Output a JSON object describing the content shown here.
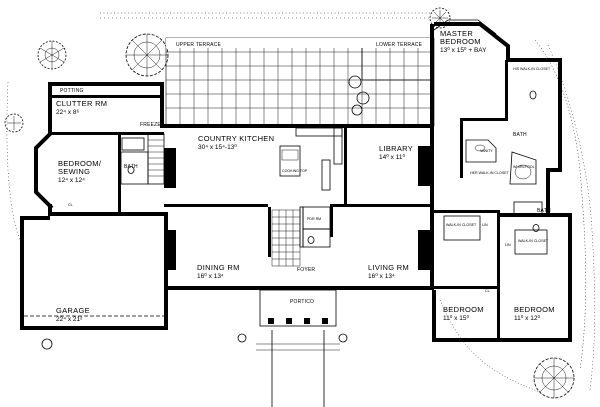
{
  "plan": {
    "rooms": {
      "upper_terrace": "UPPER TERRACE",
      "lower_terrace": "LOWER TERRACE",
      "master_bedroom": {
        "name": "MASTER",
        "name2": "BEDROOM",
        "dim": "13⁰ x 15⁰ + BAY"
      },
      "potting": "POTTING",
      "clutter_rm": {
        "name": "CLUTTER RM",
        "dim": "22⁴ x 8⁶"
      },
      "freezer": "FREEZER",
      "country_kitchen": {
        "name": "COUNTRY KITCHEN",
        "dim": "30⁴ x 15⁴-13⁰"
      },
      "cooking_top": "COOKING TOP",
      "library": {
        "name": "LIBRARY",
        "dim": "14⁰ x 11⁰"
      },
      "his_walk_in": "HIS WALK-IN CLOSET",
      "bath_master": "BATH",
      "vanity": "VANITY",
      "her_walk_in": "HER WALK-IN CLOSET",
      "whirlpool": "WHIRLPOOL",
      "bedroom_sewing": {
        "name": "BEDROOM/",
        "name2": "SEWING",
        "dim": "12⁴ x 12⁴"
      },
      "bath_side": "BATH",
      "cl_side": "CL",
      "pdr_rm": "PDR RM",
      "bath_rear": "BATH",
      "walk_in_closet_1": "WALK-IN CLOSET",
      "walk_in_closet_2": "WALK-IN CLOSET",
      "lin_1": "LIN",
      "lin_2": "LIN",
      "dining_rm": {
        "name": "DINING RM",
        "dim": "16⁰ x 13⁴"
      },
      "foyer": "FOYER",
      "living_rm": {
        "name": "LIVING RM",
        "dim": "16⁰ x 13⁴"
      },
      "garage": {
        "name": "GARAGE",
        "dim": "22⁴ x 21²"
      },
      "portico": "PORTICO",
      "bedroom_1": {
        "name": "BEDROOM",
        "dim": "11⁰ x 15⁰"
      },
      "bedroom_2": {
        "name": "BEDROOM",
        "dim": "11⁰ x 12⁰"
      },
      "cl_bed": "CL"
    }
  }
}
